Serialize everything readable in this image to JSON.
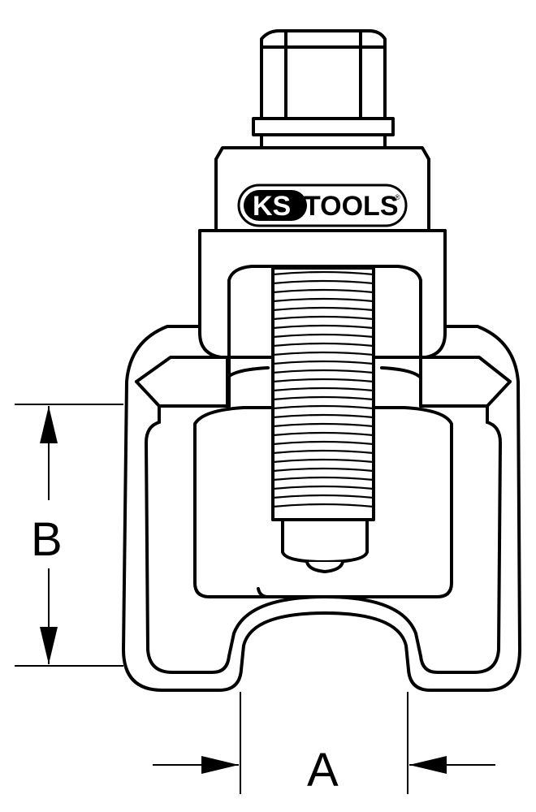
{
  "logo": {
    "brand_left": "KS",
    "brand_right": "TOOLS",
    "registered_mark": "®"
  },
  "dimensions": {
    "a_label": "A",
    "b_label": "B"
  },
  "colors": {
    "line": "#000000",
    "background": "#ffffff"
  }
}
